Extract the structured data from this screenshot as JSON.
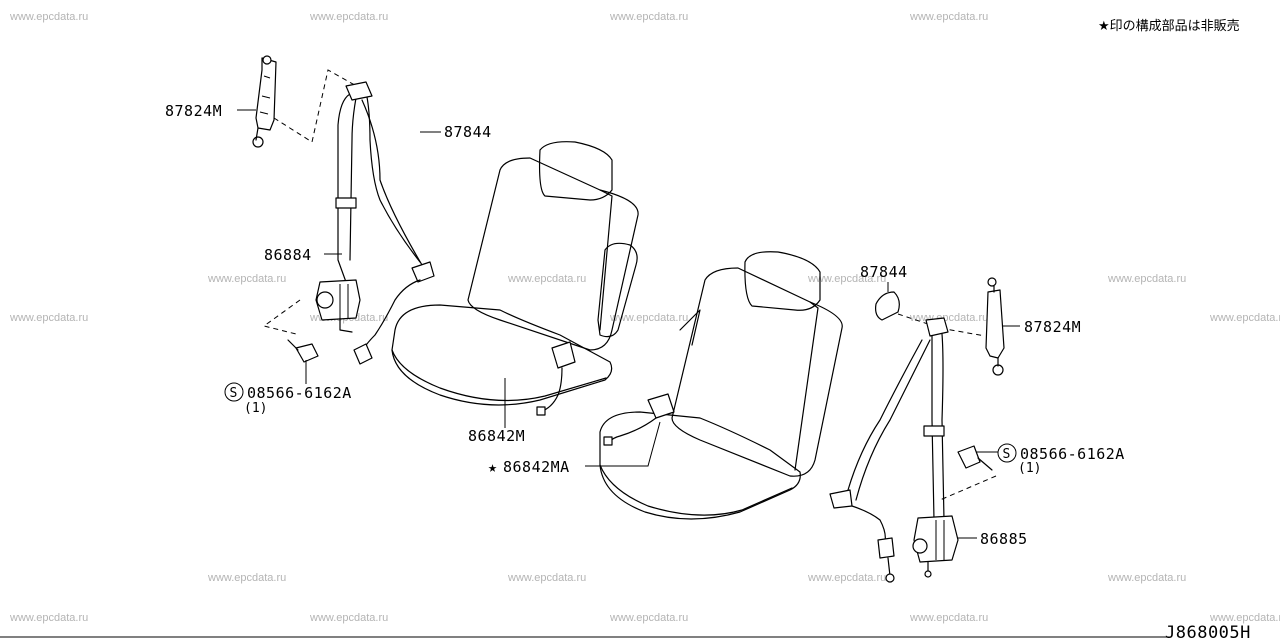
{
  "watermark": "www.epcdata.ru",
  "note": "★印の構成部品は非販売",
  "diagram_code": "J868005H",
  "labels": {
    "lbl_87824M_left": "87824M",
    "lbl_87844_left": "87844",
    "lbl_86884": "86884",
    "lbl_08566_left": "08566-6162A",
    "lbl_qty_left": "(1)",
    "lbl_86842M": "86842M",
    "lbl_86842MA": "86842MA",
    "lbl_87844_right": "87844",
    "lbl_87824M_right": "87824M",
    "lbl_08566_right": "08566-6162A",
    "lbl_qty_right": "(1)",
    "lbl_86885": "86885"
  },
  "symbols": {
    "star": "★",
    "screw": "S"
  }
}
